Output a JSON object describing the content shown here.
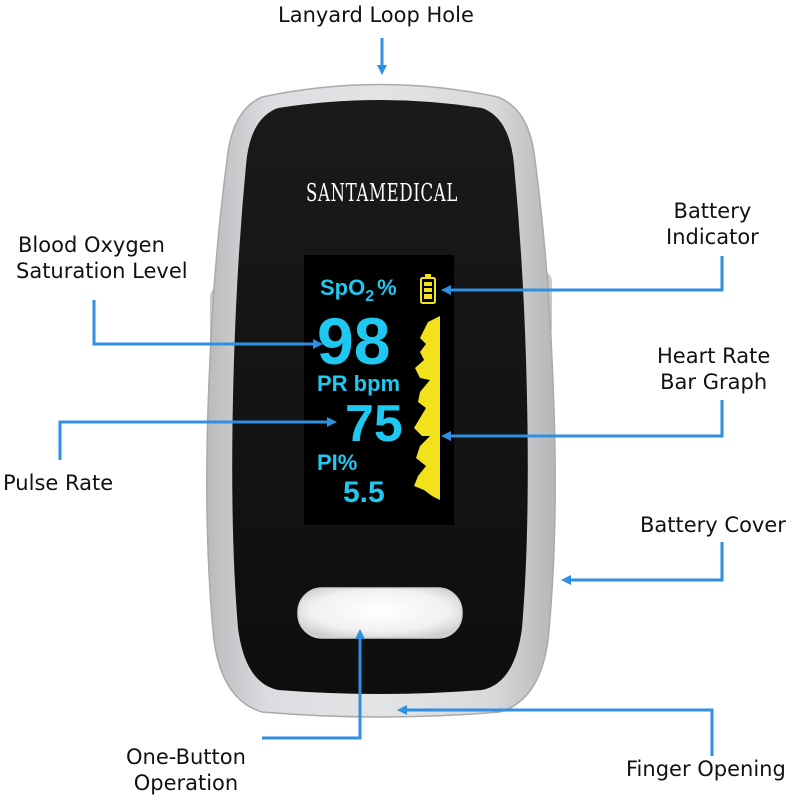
{
  "device": {
    "brand": "SANTAMEDICAL",
    "display": {
      "spo2_label": "SpO",
      "spo2_sub": "2",
      "spo2_unit": "%",
      "spo2_value": "98",
      "pr_label": "PR bpm",
      "pr_value": "75",
      "pi_label": "PI%",
      "pi_value": "5.5"
    }
  },
  "labels": {
    "lanyard": "Lanyard Loop Hole",
    "blood_oxygen_line1": "Blood Oxygen",
    "blood_oxygen_line2": "Saturation Level",
    "battery_indicator_line1": "Battery",
    "battery_indicator_line2": "Indicator",
    "heart_rate_line1": "Heart Rate",
    "heart_rate_line2": "Bar Graph",
    "pulse_rate": "Pulse Rate",
    "battery_cover": "Battery Cover",
    "one_button_line1": "One-Button",
    "one_button_line2": "Operation",
    "finger_opening": "Finger Opening"
  },
  "colors": {
    "callout_blue": "#2f8fe0",
    "screen_cyan": "#1ec8f0",
    "graph_yellow": "#f2e21c",
    "shell_gray": "#d2d3d5",
    "face_black": "#141414"
  }
}
